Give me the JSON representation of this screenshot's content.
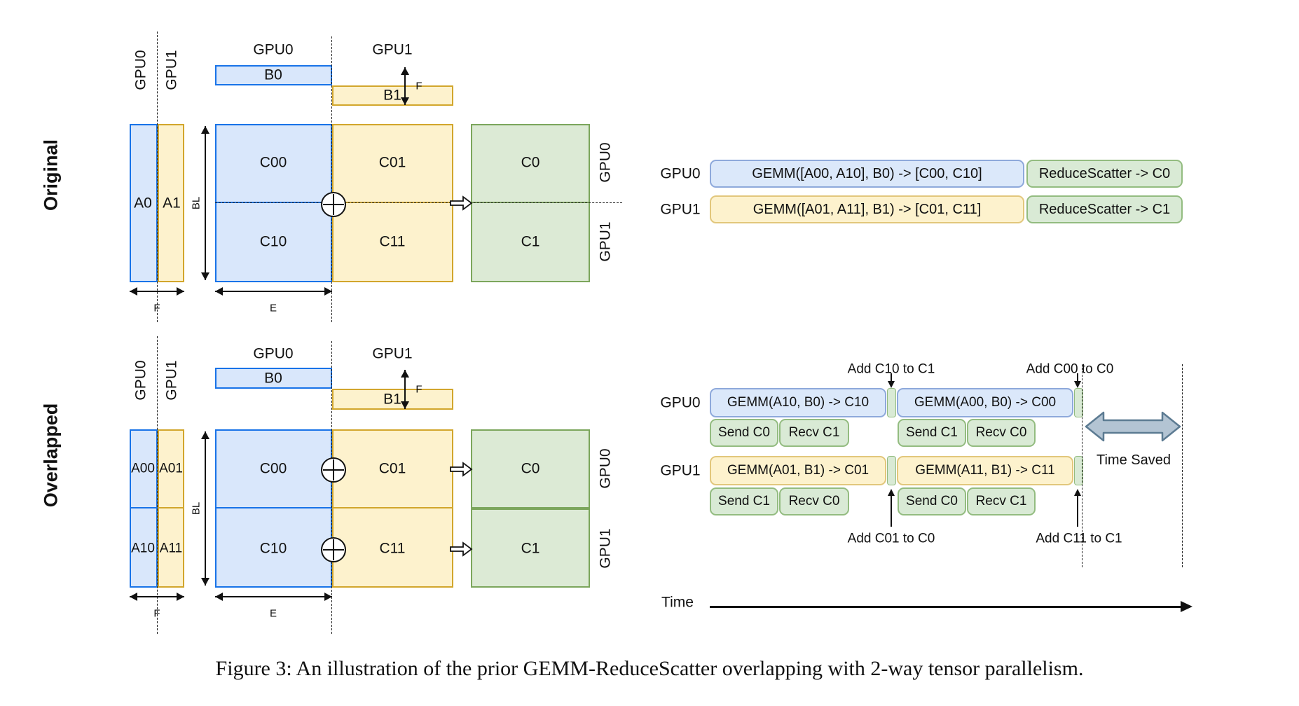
{
  "figure": {
    "caption": "Figure 3: An illustration of the prior GEMM-ReduceScatter overlapping with 2-way tensor parallelism."
  },
  "palette": {
    "blue_fill": "#d9e7fb",
    "blue_stroke": "#1873e8",
    "yellow_fill": "#fdf2cd",
    "yellow_stroke": "#d2a62c",
    "green_fill": "#dcead5",
    "green_stroke": "#7ca65c",
    "timeline_blue_stroke": "#8ea9db",
    "timeline_yellow_stroke": "#e2c77c",
    "timeline_green_stroke": "#93bc80",
    "time_saved_arrow_fill": "#b3c4d3",
    "time_saved_arrow_stroke": "#5c7b92"
  },
  "original": {
    "row_label": "Original",
    "a_gpu_labels": [
      "GPU0",
      "GPU1"
    ],
    "b_gpu_labels": [
      "GPU0",
      "GPU1"
    ],
    "a_labels": [
      "A0",
      "A1"
    ],
    "b_labels": [
      "B0",
      "B1"
    ],
    "c_labels": [
      "C00",
      "C01",
      "C10",
      "C11"
    ],
    "out_labels": [
      "C0",
      "C1"
    ],
    "out_gpu_labels": [
      "GPU0",
      "GPU1"
    ],
    "dims": {
      "bl": "BL",
      "f_top": "F",
      "f_bottom": "F",
      "e": "E"
    },
    "timeline": {
      "rows": [
        {
          "gpu": "GPU0",
          "gemm": "GEMM([A00, A10], B0) -> [C00, C10]",
          "reduce": "ReduceScatter -> C0"
        },
        {
          "gpu": "GPU1",
          "gemm": "GEMM([A01, A11], B1) -> [C01, C11]",
          "reduce": "ReduceScatter -> C1"
        }
      ]
    }
  },
  "overlapped": {
    "row_label": "Overlapped",
    "a_gpu_labels": [
      "GPU0",
      "GPU1"
    ],
    "b_gpu_labels": [
      "GPU0",
      "GPU1"
    ],
    "a_labels": [
      "A00",
      "A01",
      "A10",
      "A11"
    ],
    "b_labels": [
      "B0",
      "B1"
    ],
    "c_labels": [
      "C00",
      "C01",
      "C10",
      "C11"
    ],
    "out_labels": [
      "C0",
      "C1"
    ],
    "out_gpu_labels": [
      "GPU0",
      "GPU1"
    ],
    "dims": {
      "bl": "BL",
      "f_top": "F",
      "f_bottom": "F",
      "e": "E"
    },
    "timeline": {
      "ann_top": [
        "Add C10 to C1",
        "Add C00 to C0"
      ],
      "ann_bottom": [
        "Add C01 to C0",
        "Add C11 to C1"
      ],
      "rows": [
        {
          "gpu": "GPU0",
          "gemm1": "GEMM(A10, B0) -> C10",
          "gemm2": "GEMM(A00, B0) -> C00",
          "comms": [
            "Send C0",
            "Recv C1",
            "Send C1",
            "Recv C0"
          ]
        },
        {
          "gpu": "GPU1",
          "gemm1": "GEMM(A01, B1) -> C01",
          "gemm2": "GEMM(A11, B1) -> C11",
          "comms": [
            "Send C1",
            "Recv C0",
            "Send C0",
            "Recv C1"
          ]
        }
      ],
      "time_label": "Time",
      "time_saved_label": "Time Saved"
    }
  }
}
